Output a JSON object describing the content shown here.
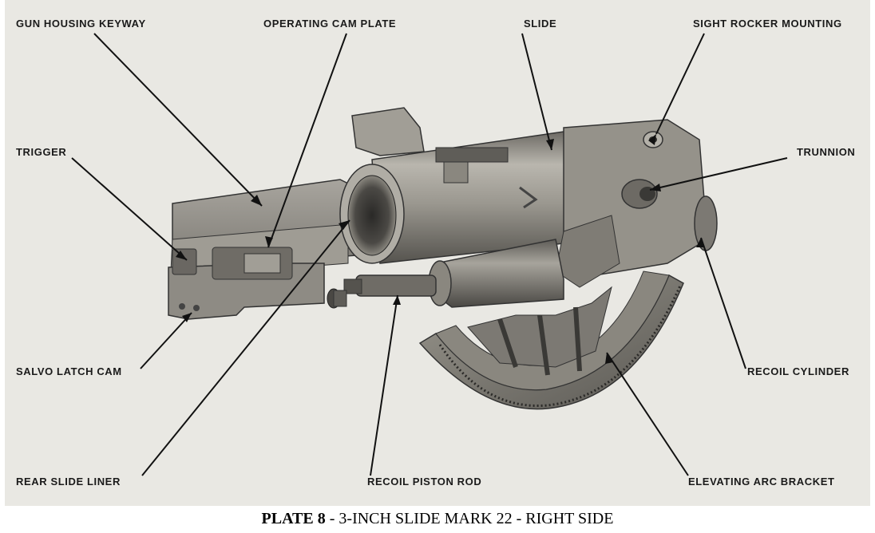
{
  "callouts": {
    "gun_housing_keyway": "GUN HOUSING KEYWAY",
    "operating_cam_plate": "OPERATING CAM PLATE",
    "slide": "SLIDE",
    "sight_rocker_mounting": "SIGHT ROCKER MOUNTING",
    "trigger": "TRIGGER",
    "trunnion": "TRUNNION",
    "salvo_latch_cam": "SALVO LATCH CAM",
    "recoil_cylinder": "RECOIL CYLINDER",
    "rear_slide_liner": "REAR SLIDE LINER",
    "recoil_piston_rod": "RECOIL PISTON ROD",
    "elevating_arc_bracket": "ELEVATING ARC BRACKET"
  },
  "caption": {
    "plate_number": "PLATE 8",
    "separator": " - ",
    "description": "3-INCH SLIDE MARK 22 - RIGHT SIDE"
  },
  "colors": {
    "background": "#e9e8e3",
    "metal_light": "#bdbab2",
    "metal_mid": "#8f8c85",
    "metal_dark": "#4a4844",
    "ink": "#111111"
  }
}
